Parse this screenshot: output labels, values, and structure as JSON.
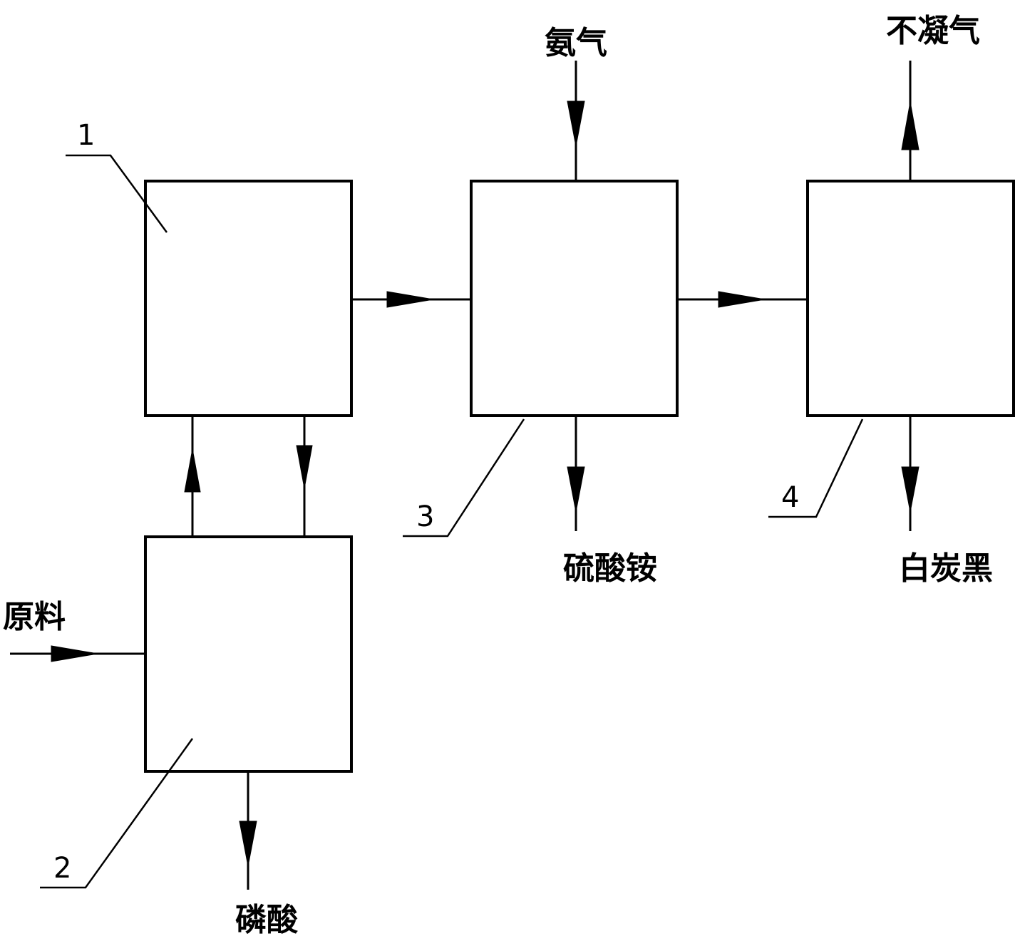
{
  "flow": {
    "raw_material": "原料",
    "ammonia": "氨气",
    "non_condensable_gas": "不凝气",
    "ammonium_sulfate": "硫酸铵",
    "white_carbon_black": "白炭黑",
    "phosphoric_acid": "磷酸"
  },
  "units": {
    "unit_1": "1",
    "unit_2": "2",
    "unit_3": "3",
    "unit_4": "4"
  }
}
